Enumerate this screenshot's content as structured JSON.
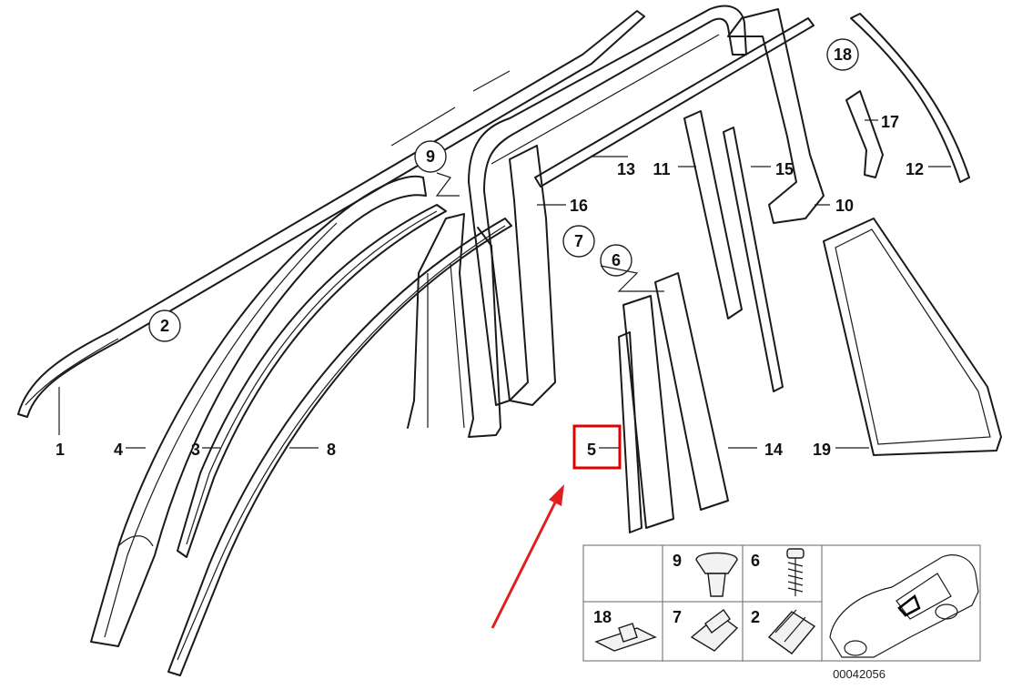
{
  "diagram": {
    "callouts": {
      "c1": "1",
      "c2": "2",
      "c3": "3",
      "c4": "4",
      "c5": "5",
      "c6": "6",
      "c7": "7",
      "c8": "8",
      "c9": "9",
      "c10": "10",
      "c11": "11",
      "c12": "12",
      "c13": "13",
      "c14": "14",
      "c15": "15",
      "c16": "16",
      "c17": "17",
      "c18": "18",
      "c19": "19"
    },
    "legend": {
      "r1c2": "9",
      "r1c3": "6",
      "r2c1": "18",
      "r2c2": "7",
      "r2c3": "2"
    },
    "code": "00042056",
    "highlight_color": "#e00000",
    "arrow_color": "#e02020"
  }
}
